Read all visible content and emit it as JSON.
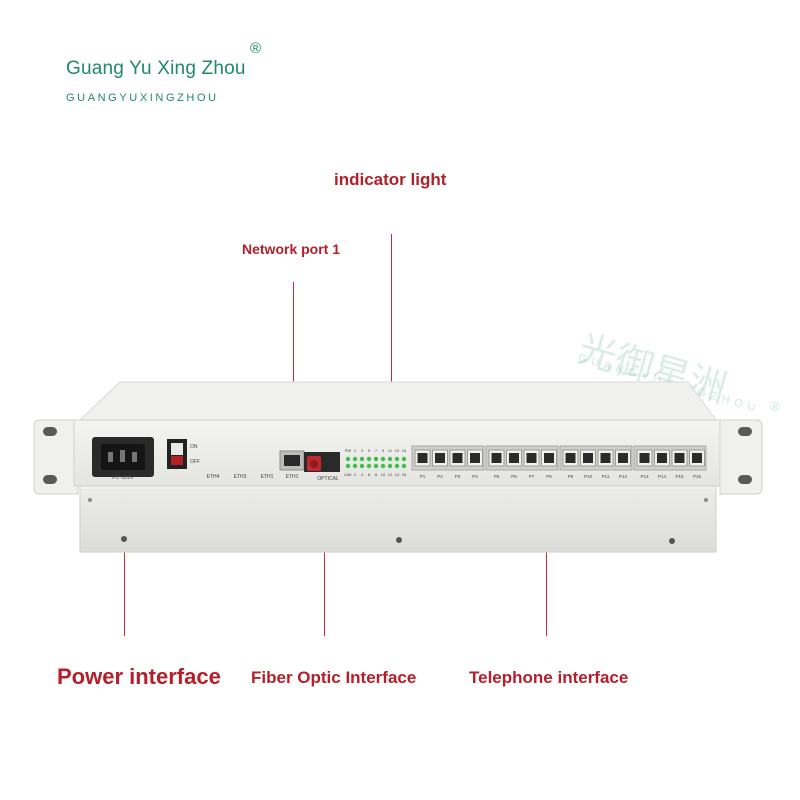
{
  "brand": {
    "name": "Guang Yu Xing Zhou",
    "registered": "®",
    "subtitle": "GUANGYUXINGZHOU",
    "color": "#1f8a63"
  },
  "watermark": {
    "chinese": "光御星洲",
    "english": "GUANGYUXINGZHOU",
    "registered": "®"
  },
  "callouts": {
    "indicator_light": "indicator light",
    "network_port": "Network port 1",
    "power_interface": "Power interface",
    "fiber_optic_interface": "Fiber Optic Interface",
    "telephone_interface": "Telephone interface",
    "color": "#b3202a"
  },
  "panel": {
    "power_label": "PC~220V",
    "switch_on": "ON",
    "switch_off": "OFF",
    "eth_labels": [
      "ETH4",
      "ETH3",
      "ETH1",
      "ETH1"
    ],
    "optical_label": "OPTICAL",
    "indicator_top_row": [
      "PW",
      "1",
      "3",
      "5",
      "7",
      "9",
      "11",
      "13",
      "15"
    ],
    "indicator_bottom_row": [
      "LNK",
      "2",
      "4",
      "6",
      "8",
      "10",
      "12",
      "14",
      "16"
    ],
    "phone_port_groups": [
      [
        "P1",
        "P2",
        "P3",
        "P4"
      ],
      [
        "P5",
        "P6",
        "P7",
        "P8"
      ],
      [
        "P9",
        "P10",
        "P11",
        "P12"
      ],
      [
        "P13",
        "P14",
        "P15",
        "P16"
      ]
    ]
  }
}
